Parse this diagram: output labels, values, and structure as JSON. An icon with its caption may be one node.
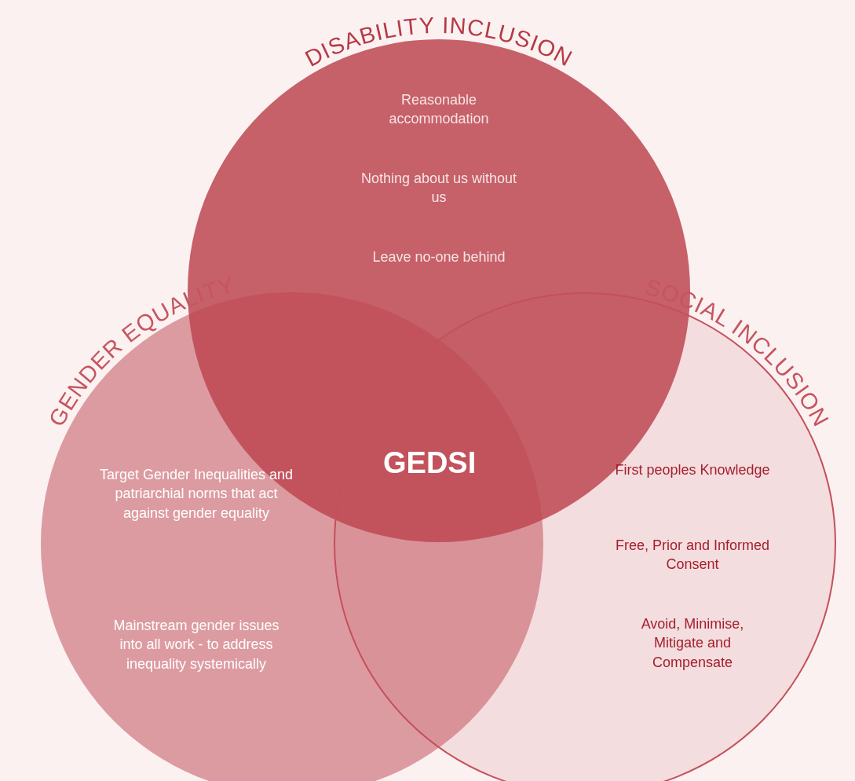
{
  "diagram": {
    "nodes": [
      {
        "text": [
          "DISABILITY INCLUSION",
          "Reasonable accommodation",
          "Nothing about us without us",
          "Leave no-one behind"
        ]
      },
      {
        "text": [
          "GENDER EQUALITY",
          "Target Gender Inequalities and patriarchial norms that act against gender equality",
          "Mainstream gender issues into all work - to address inequality systemically"
        ]
      },
      {
        "text": [
          "SOCIAL INCLUSION",
          "First peoples Knowledge",
          "Free, Prior and Informed Consent",
          "Avoid, Minimise, Mitigate and Compensate"
        ]
      }
    ],
    "edges": [],
    "labels": [
      "GEDSI"
    ]
  }
}
